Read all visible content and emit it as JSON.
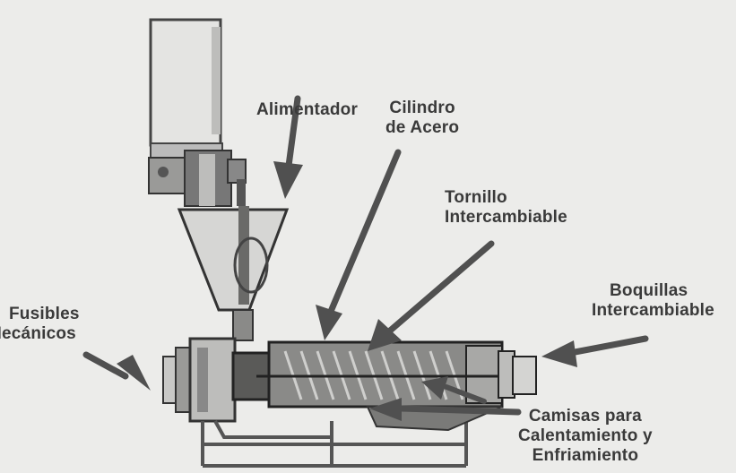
{
  "labels": {
    "alimentador": [
      "Alimentador"
    ],
    "cilindro": [
      "Cilindro",
      "de Acero"
    ],
    "tornillo": [
      "Tornillo",
      "Intercambiable"
    ],
    "boquillas": [
      "Boquillas",
      "Intercambiable"
    ],
    "fusibles": [
      "Fusibles",
      "Mecánicos"
    ],
    "camisas": [
      "Camisas para",
      "Calentamiento y",
      "Enfriamiento"
    ]
  },
  "colors": {
    "background": "#ececea",
    "ink": "#3a3a3a",
    "machine_dark": "#4a4a4a",
    "machine_mid": "#7a7a7a",
    "machine_light": "#c8c8c6"
  }
}
